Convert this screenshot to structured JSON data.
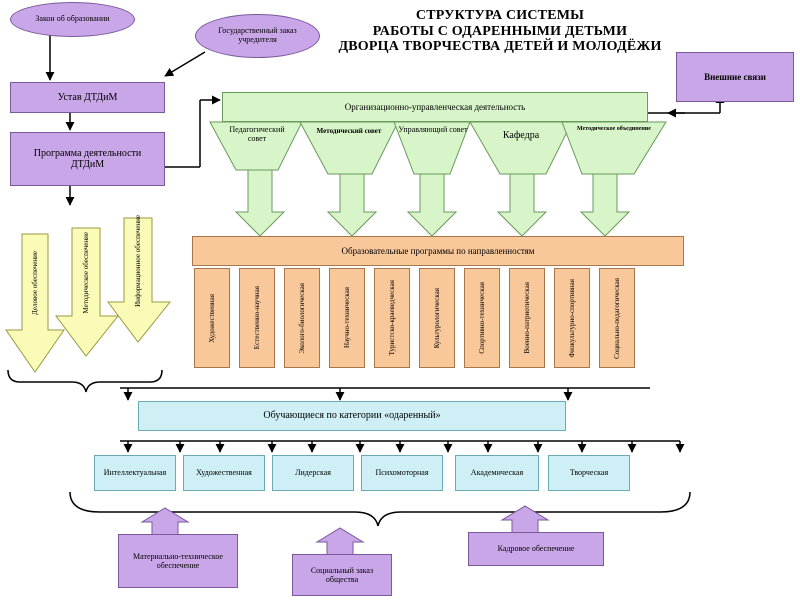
{
  "title": {
    "line1": "СТРУКТУРА СИСТЕМЫ",
    "line2": "РАБОТЫ С ОДАРЕННЫМИ ДЕТЬМИ",
    "line3": "ДВОРЦА ТВОРЧЕСТВА ДЕТЕЙ И МОЛОДЁЖИ"
  },
  "left_column": {
    "law": "Закон об образовании",
    "state_order": "Государственный заказ учредителя",
    "charter": "Устав ДТДиМ",
    "program": "Программа деятельности ДТДиМ"
  },
  "external": "Внешние связи",
  "org_management": "Организационно-управленческая деятельность",
  "funnels": [
    "Педагогический совет",
    "Методический совет",
    "Управляющий совет",
    "Кафедра",
    "Методическое объединение"
  ],
  "support_arrows": [
    "Деловое обеспечение",
    "Методическое обеспечение",
    "Информационное обеспечение"
  ],
  "edu_programs_title": "Образовательные программы по направленностям",
  "directions": [
    "Художественная",
    "Естественно-научная",
    "Эколого-биологическая",
    "Научно-техническая",
    "Туристско-краеведческая",
    "Культурологическая",
    "Спортивно-техническая",
    "Военно-патриотическая",
    "Физкультурно-спортивная",
    "Социально-педагогическая"
  ],
  "students_category": "Обучающиеся по категории «одаренный»",
  "categories": [
    "Интеллектуальная",
    "Художественная",
    "Лидерская",
    "Психомоторная",
    "Академическая",
    "Творческая"
  ],
  "bottom": {
    "material": "Материально-техническое обеспечение",
    "social": "Социальный заказ общества",
    "personnel": "Кадровое обеспечение"
  },
  "colors": {
    "violet": "#c9a6e8",
    "green": "#d7f5c8",
    "orange": "#f8c79a",
    "cyan": "#cdeff5",
    "yellow": "#fbfbb8"
  }
}
